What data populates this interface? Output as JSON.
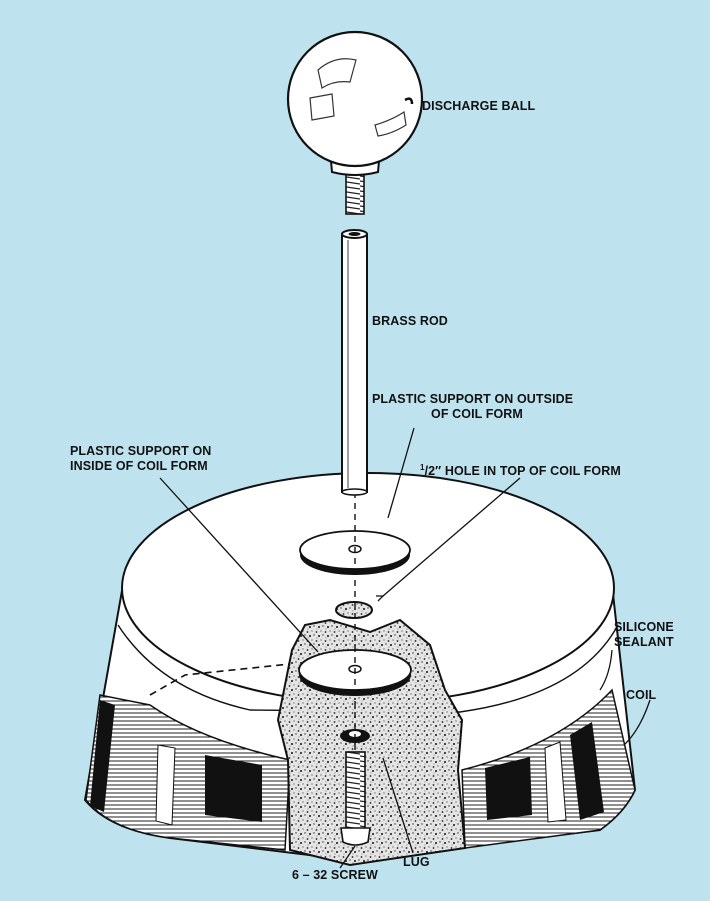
{
  "labels": {
    "discharge_ball": "DISCHARGE BALL",
    "brass_rod": "BRASS ROD",
    "plastic_support_outside": [
      "PLASTIC SUPPORT ON OUTSIDE",
      "OF COIL FORM"
    ],
    "plastic_support_inside": [
      "PLASTIC SUPPORT ON",
      "INSIDE OF COIL FORM"
    ],
    "hole_fraction_num": "1",
    "hole_fraction_den": "/2″",
    "hole": "HOLE IN TOP OF COIL FORM",
    "silicone_sealant": [
      "SILICONE",
      "SEALANT"
    ],
    "coil": "COIL",
    "lug": "LUG",
    "screw": "6 – 32 SCREW"
  },
  "colors": {
    "background": "#bfe3ee",
    "ink": "#111111",
    "part_fill": "#ffffff",
    "speckle": "#dcdcdc"
  }
}
